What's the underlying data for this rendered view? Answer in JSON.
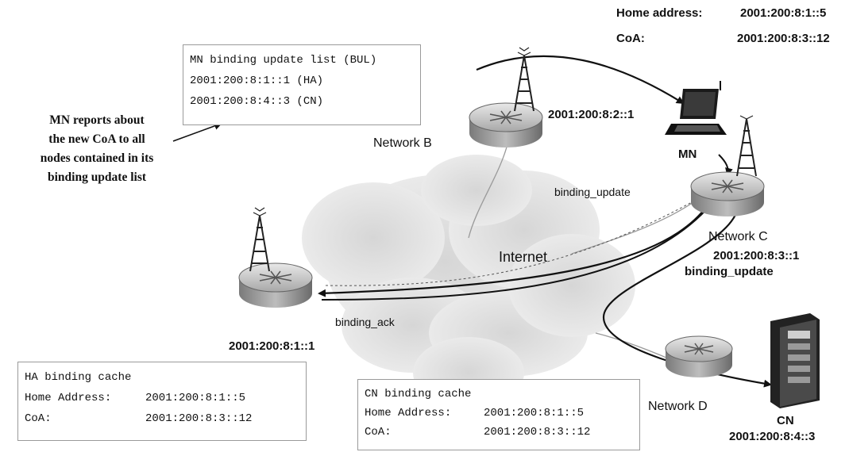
{
  "top_info": {
    "home_address_label": "Home address:",
    "home_address_value": "2001:200:8:1::5",
    "coa_label": "CoA:",
    "coa_value": "2001:200:8:3::12"
  },
  "bul_box": {
    "title": "MN binding update list (BUL)",
    "entries": [
      "2001:200:8:1::1 (HA)",
      "2001:200:8:4::3 (CN)"
    ]
  },
  "note": {
    "lines": [
      "MN reports about",
      "the new CoA to all",
      "nodes contained in its",
      "binding update list"
    ]
  },
  "labels": {
    "network_b_addr": "2001:200:8:2::1",
    "network_b": "Network B",
    "mn": "MN",
    "binding_update_1": "binding_update",
    "network_c": "Network C",
    "network_c_addr": "2001:200:8:3::1",
    "binding_update_2": "binding_update",
    "internet": "Internet",
    "binding_ack": "binding_ack",
    "ha_addr": "2001:200:8:1::1",
    "network_d": "Network D",
    "cn": "CN",
    "cn_addr": "2001:200:8:4::3"
  },
  "ha_cache": {
    "title": "HA binding cache",
    "home_label": "Home Address:",
    "home_value": "2001:200:8:1::5",
    "coa_label": "CoA:",
    "coa_value": "2001:200:8:3::12"
  },
  "cn_cache": {
    "title": "CN binding cache",
    "home_label": "Home Address:",
    "home_value": "2001:200:8:1::5",
    "coa_label": "CoA:",
    "coa_value": "2001:200:8:3::12"
  }
}
